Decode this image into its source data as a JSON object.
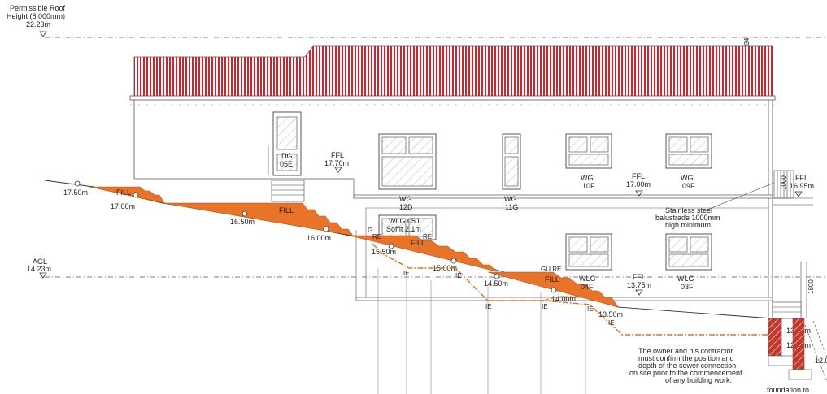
{
  "colors": {
    "roof_red": "#d8202a",
    "fill_orange": "#e8742a",
    "fill_edge": "#b84d12",
    "sewer": "#e07020",
    "line": "#444444",
    "brick": "#c43a2a"
  },
  "levels": {
    "roof_label_1": "Permissible Roof",
    "roof_label_2": "Height (8.000mm)",
    "roof_value": "22.23m",
    "agl_label": "AGL",
    "agl_value": "14.23m"
  },
  "dimensions": {
    "top_dim": "234",
    "balustrade_dim": "1000",
    "wall_dim": "1800"
  },
  "ground_levels": [
    {
      "text": "17.50m"
    },
    {
      "text": "17.00m"
    },
    {
      "text": "16.50m"
    },
    {
      "text": "16.00m"
    },
    {
      "text": "15.50m"
    },
    {
      "text": "15.00m"
    },
    {
      "text": "14.50m"
    },
    {
      "text": "14.00m"
    },
    {
      "text": "13.50m"
    },
    {
      "text": "13.00m"
    },
    {
      "text": "12.50m"
    },
    {
      "text": "12.0"
    }
  ],
  "fill_labels": [
    "FILL",
    "FILL",
    "FILL",
    "FILL"
  ],
  "ie_labels": [
    "IE",
    "IE",
    "IE",
    "IE",
    "IE",
    "IE"
  ],
  "markers": {
    "g": "G",
    "re1": "RE",
    "re2": "RE",
    "gu_re": "GU RE"
  },
  "ffl": [
    {
      "label": "FFL",
      "value": "17.70m"
    },
    {
      "label": "FFL",
      "value": "17.00m"
    },
    {
      "label": "FFL",
      "value": "16.95m"
    },
    {
      "label": "FFL",
      "value": "13.75m"
    }
  ],
  "windows": [
    {
      "code": "DG",
      "num": "05E"
    },
    {
      "code": "WG",
      "num": "12D"
    },
    {
      "code": "WG",
      "num": "11G"
    },
    {
      "code": "WG",
      "num": "10F"
    },
    {
      "code": "WG",
      "num": "09F"
    },
    {
      "code": "WLG 05J",
      "num": "Soffit 2.1m"
    },
    {
      "code": "WLG",
      "num": "04F"
    },
    {
      "code": "WLG",
      "num": "03F"
    }
  ],
  "notes": {
    "balustrade": [
      "Stainless steel",
      "balustrade 1000mm",
      "high minimum"
    ],
    "sewer": [
      "The owner and his contractor",
      "must confirm the position and",
      "depth of the sewer connection",
      "on site prior to the commencement",
      "of any building work."
    ],
    "foundation": "foundation to"
  }
}
